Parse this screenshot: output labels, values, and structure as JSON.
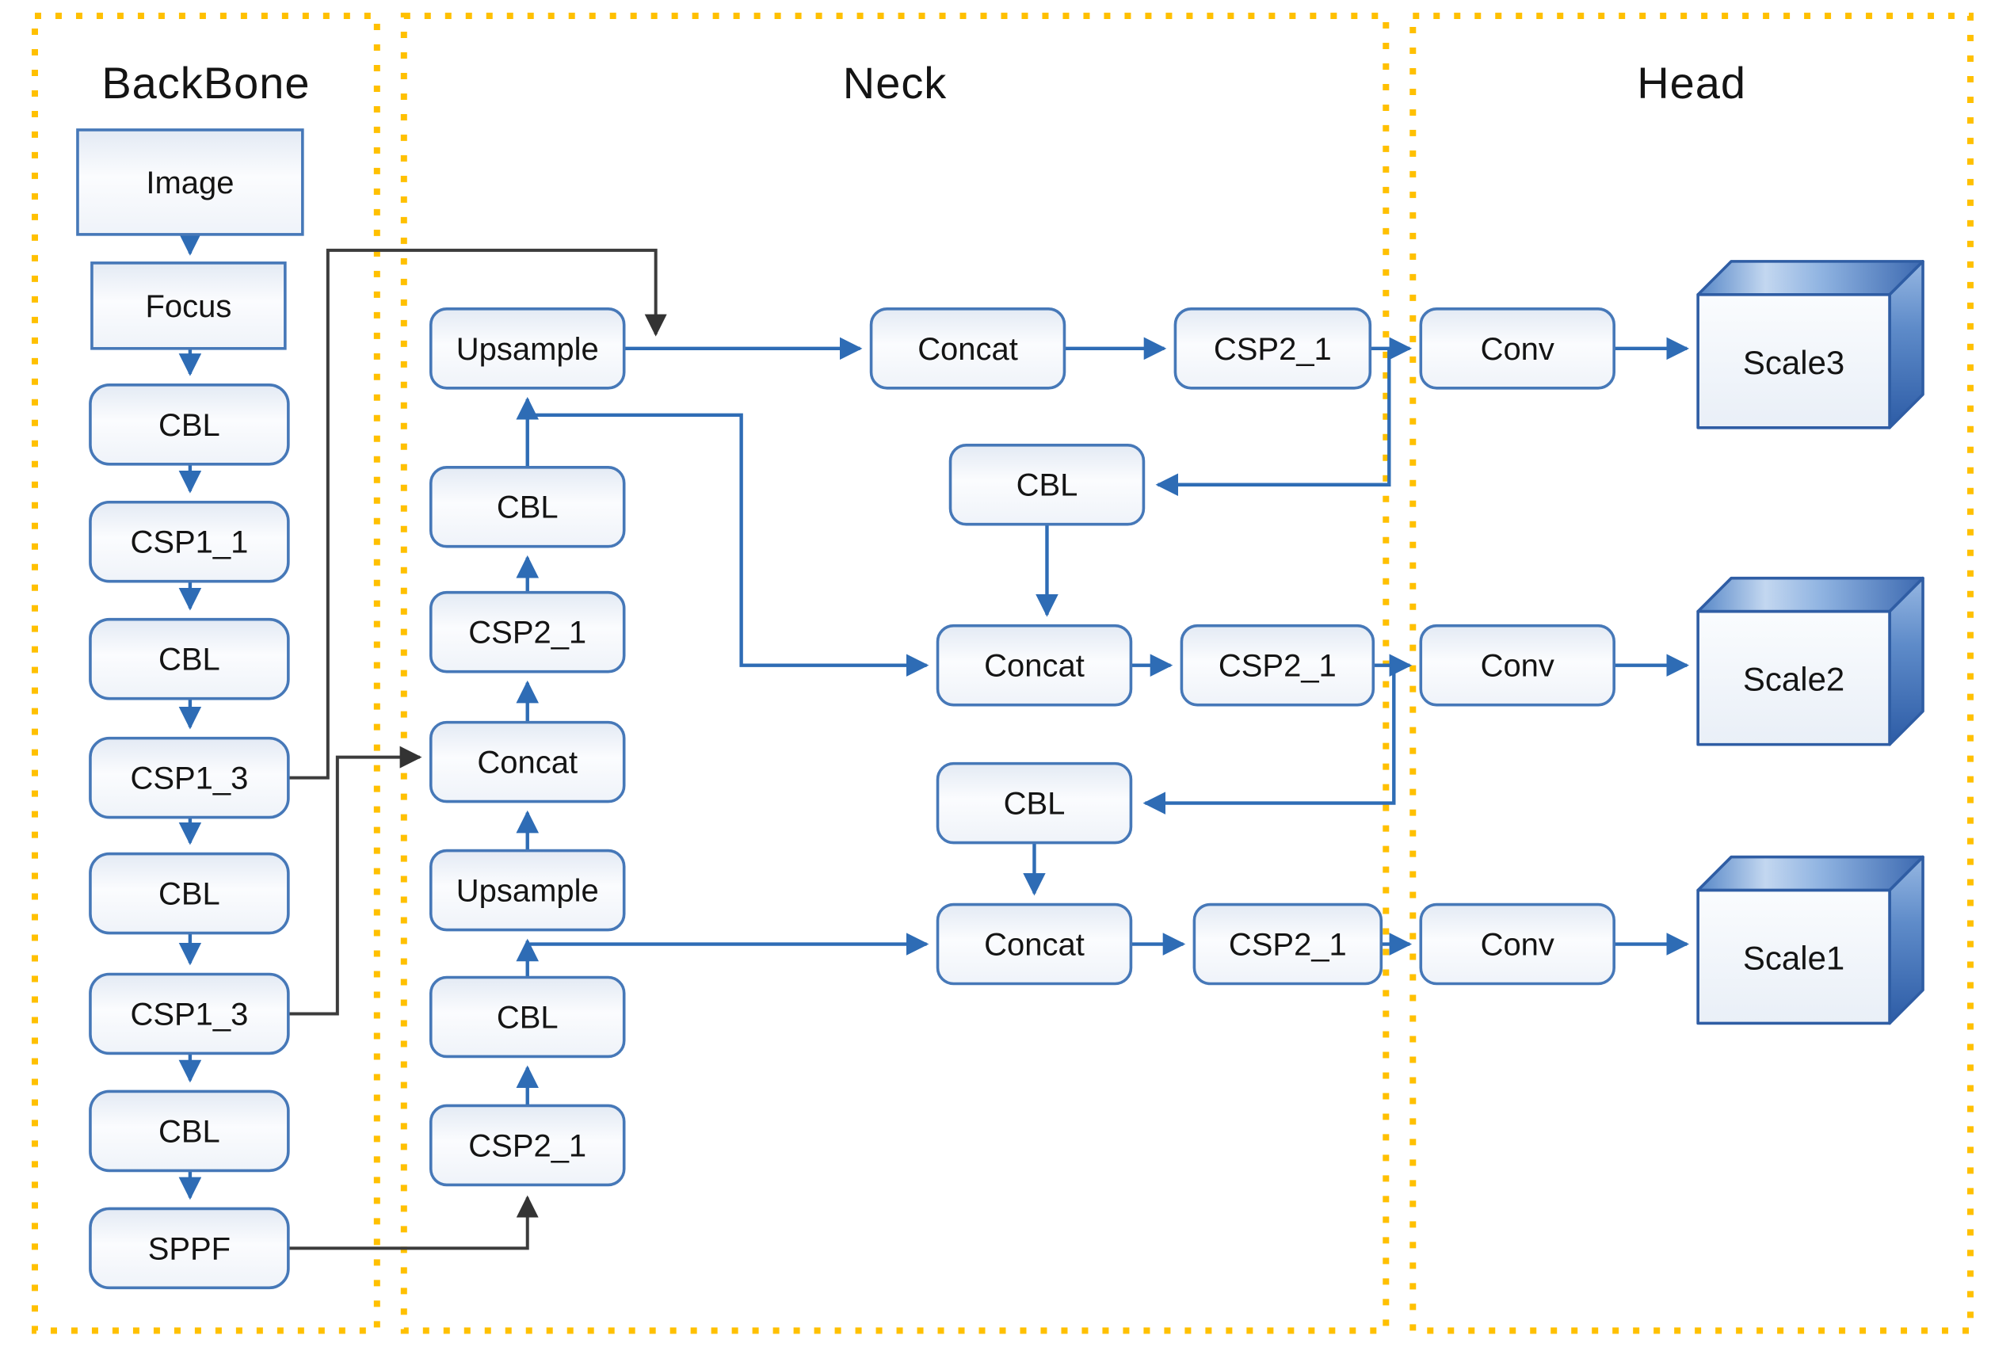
{
  "backbone": {
    "title": "BackBone",
    "nodes": [
      "Image",
      "Focus",
      "CBL",
      "CSP1_1",
      "CBL",
      "CSP1_3",
      "CBL",
      "CSP1_3",
      "CBL",
      "SPPF"
    ]
  },
  "neck": {
    "title": "Neck",
    "left_column_top_to_bottom": [
      "Upsample",
      "CBL",
      "CSP2_1",
      "Concat",
      "Upsample",
      "CBL",
      "CSP2_1"
    ],
    "middle_column_top_to_bottom": [
      "Concat",
      "CBL",
      "Concat",
      "CBL",
      "Concat"
    ],
    "csp2_column_top_to_bottom": [
      "CSP2_1",
      "CSP2_1",
      "CSP2_1"
    ]
  },
  "head": {
    "title": "Head",
    "conv_nodes": [
      "Conv",
      "Conv",
      "Conv"
    ],
    "outputs": [
      "Scale3",
      "Scale2",
      "Scale1"
    ]
  },
  "colors": {
    "region_border": "#FFC000",
    "node_border": "#4678B8",
    "arrow_blue": "#2E6CB5",
    "arrow_black": "#3C3C3C",
    "cube_border": "#2F5DA4",
    "text": "#141414"
  }
}
